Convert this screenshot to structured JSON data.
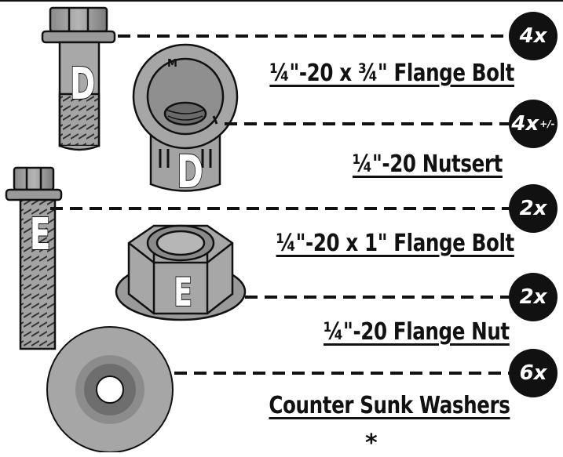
{
  "labels": {
    "d_bolt": "¼\"-20 x ¾\" Flange Bolt",
    "d_nutsert": "¼\"-20 Nutsert",
    "e_bolt": "¼\"-20 x 1\" Flange Bolt",
    "e_nut": "¼\"-20 Flange Nut",
    "washer": "Counter Sunk Washers"
  },
  "quantities": {
    "d_bolt": "4x",
    "d_nutsert": "4x",
    "d_nutsert_suffix": "+/-",
    "e_bolt": "2x",
    "e_nut": "2x",
    "washer": "6x"
  },
  "part_letters": {
    "d_bolt": "D",
    "d_nutsert": "D",
    "e_bolt": "E",
    "e_nut": "E"
  },
  "nutsert_mark": "M",
  "footnote": "*"
}
